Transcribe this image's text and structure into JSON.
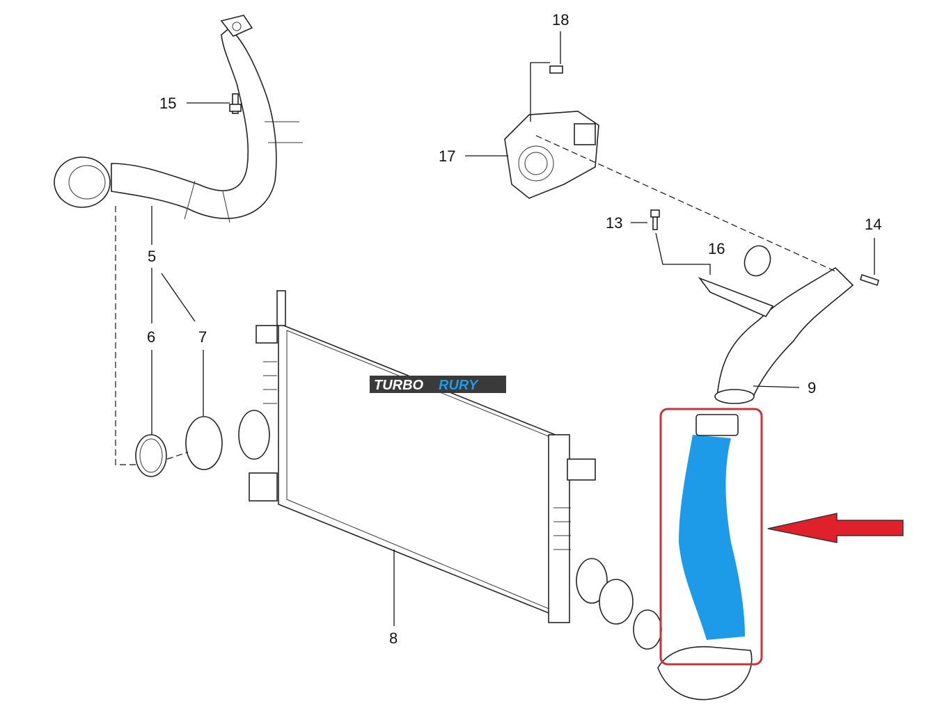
{
  "diagram": {
    "labels": {
      "p5": "5",
      "p6": "6",
      "p7": "7",
      "p8": "8",
      "p9": "9",
      "p13": "13",
      "p14": "14",
      "p15": "15",
      "p16": "16",
      "p17": "17",
      "p18": "18"
    },
    "logo": {
      "part1": "TURBO",
      "part2": "RURY"
    },
    "colors": {
      "highlight_part": "#1e9be8",
      "highlight_box": "#c8333a",
      "arrow": "#e0202a",
      "logo_bg": "#3a3a3a"
    }
  }
}
